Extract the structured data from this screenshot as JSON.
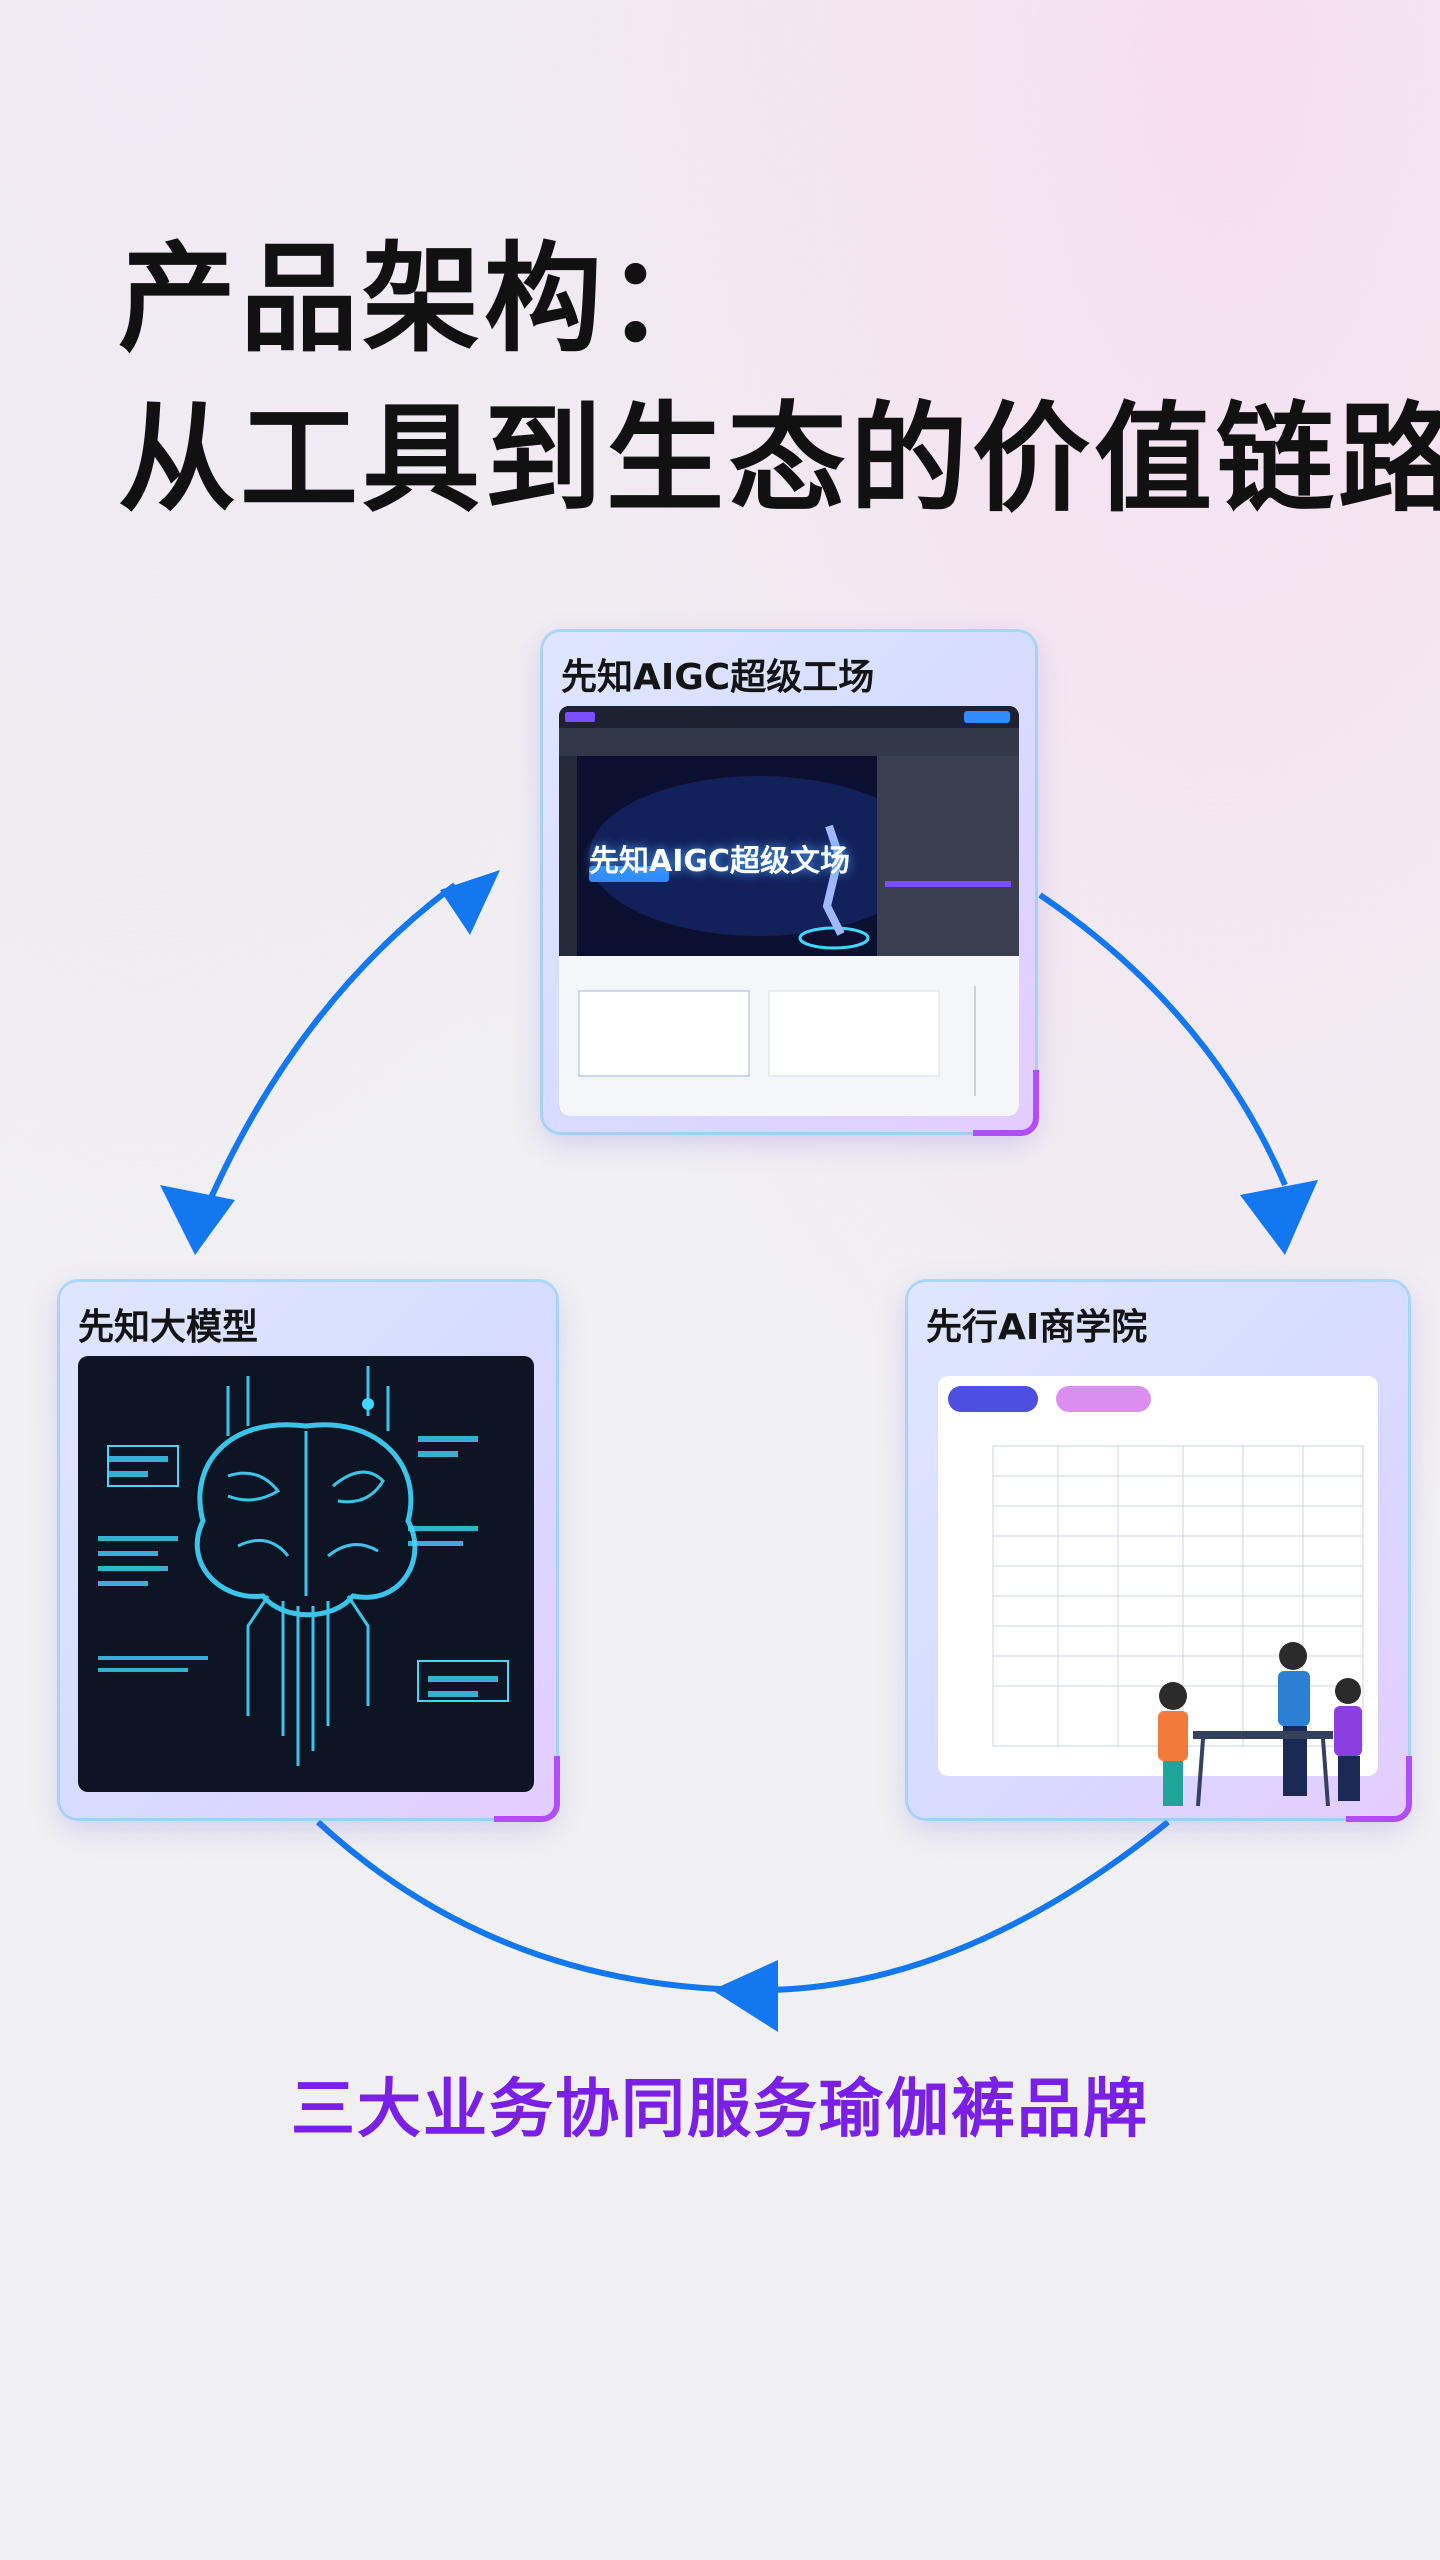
{
  "title": {
    "line1": "产品架构：",
    "line2": "从工具到生态的价值链路"
  },
  "cards": {
    "aigc": {
      "title": "先知AIGC超级工场",
      "screen_text": "先知AIGC超级文场"
    },
    "model": {
      "title": "先知大模型"
    },
    "school": {
      "title": "先行AI商学院"
    }
  },
  "footer": "三大业务协同服务瑜伽裤品牌",
  "colors": {
    "arrow": "#1377f0",
    "footer_text": "#7a1fe6",
    "neon": "#3fd8ff"
  }
}
